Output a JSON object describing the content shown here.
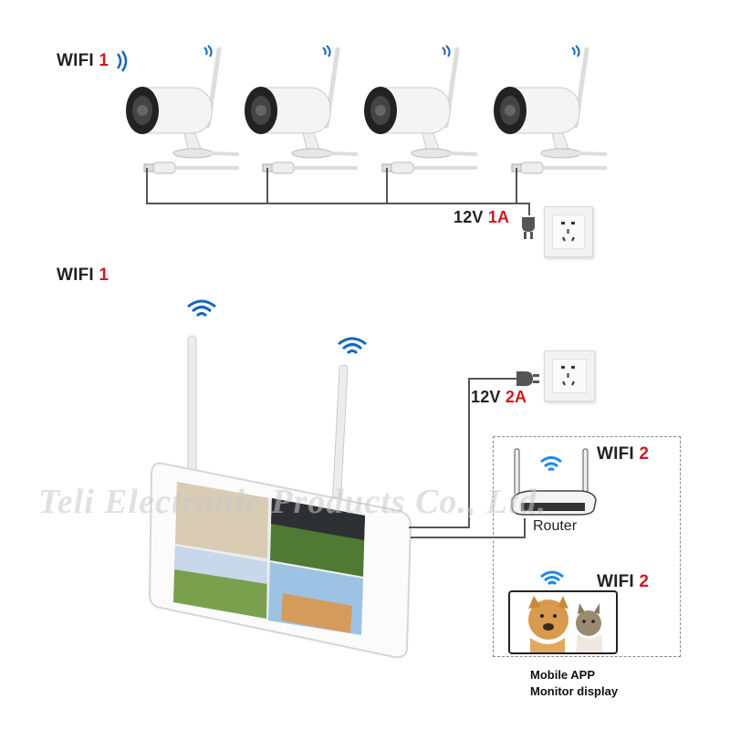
{
  "top_section": {
    "wifi_label": {
      "prefix": "WIFI ",
      "number": "1"
    },
    "cameras": [
      {
        "name": "camera-1"
      },
      {
        "name": "camera-2"
      },
      {
        "name": "camera-3"
      },
      {
        "name": "camera-4"
      }
    ],
    "power": {
      "voltage": "12V ",
      "current": "1A"
    }
  },
  "middle_section": {
    "wifi_label": {
      "prefix": "WIFI ",
      "number": "1"
    },
    "nvr_power": {
      "voltage": "12V ",
      "current": "2A"
    }
  },
  "router_box": {
    "wifi_label": {
      "prefix": "WIFI ",
      "number": "2"
    },
    "router_label": "Router"
  },
  "mobile_box": {
    "wifi_label": {
      "prefix": "WIFI ",
      "number": "2"
    },
    "caption_line1": "Mobile APP",
    "caption_line2": "Monitor display"
  },
  "watermark": "Teli Electronic Products Co., Ltd.",
  "colors": {
    "accent_red": "#d0191d",
    "wifi_blue": "#1565c0",
    "text_dark": "#222222",
    "wire": "#555555"
  }
}
